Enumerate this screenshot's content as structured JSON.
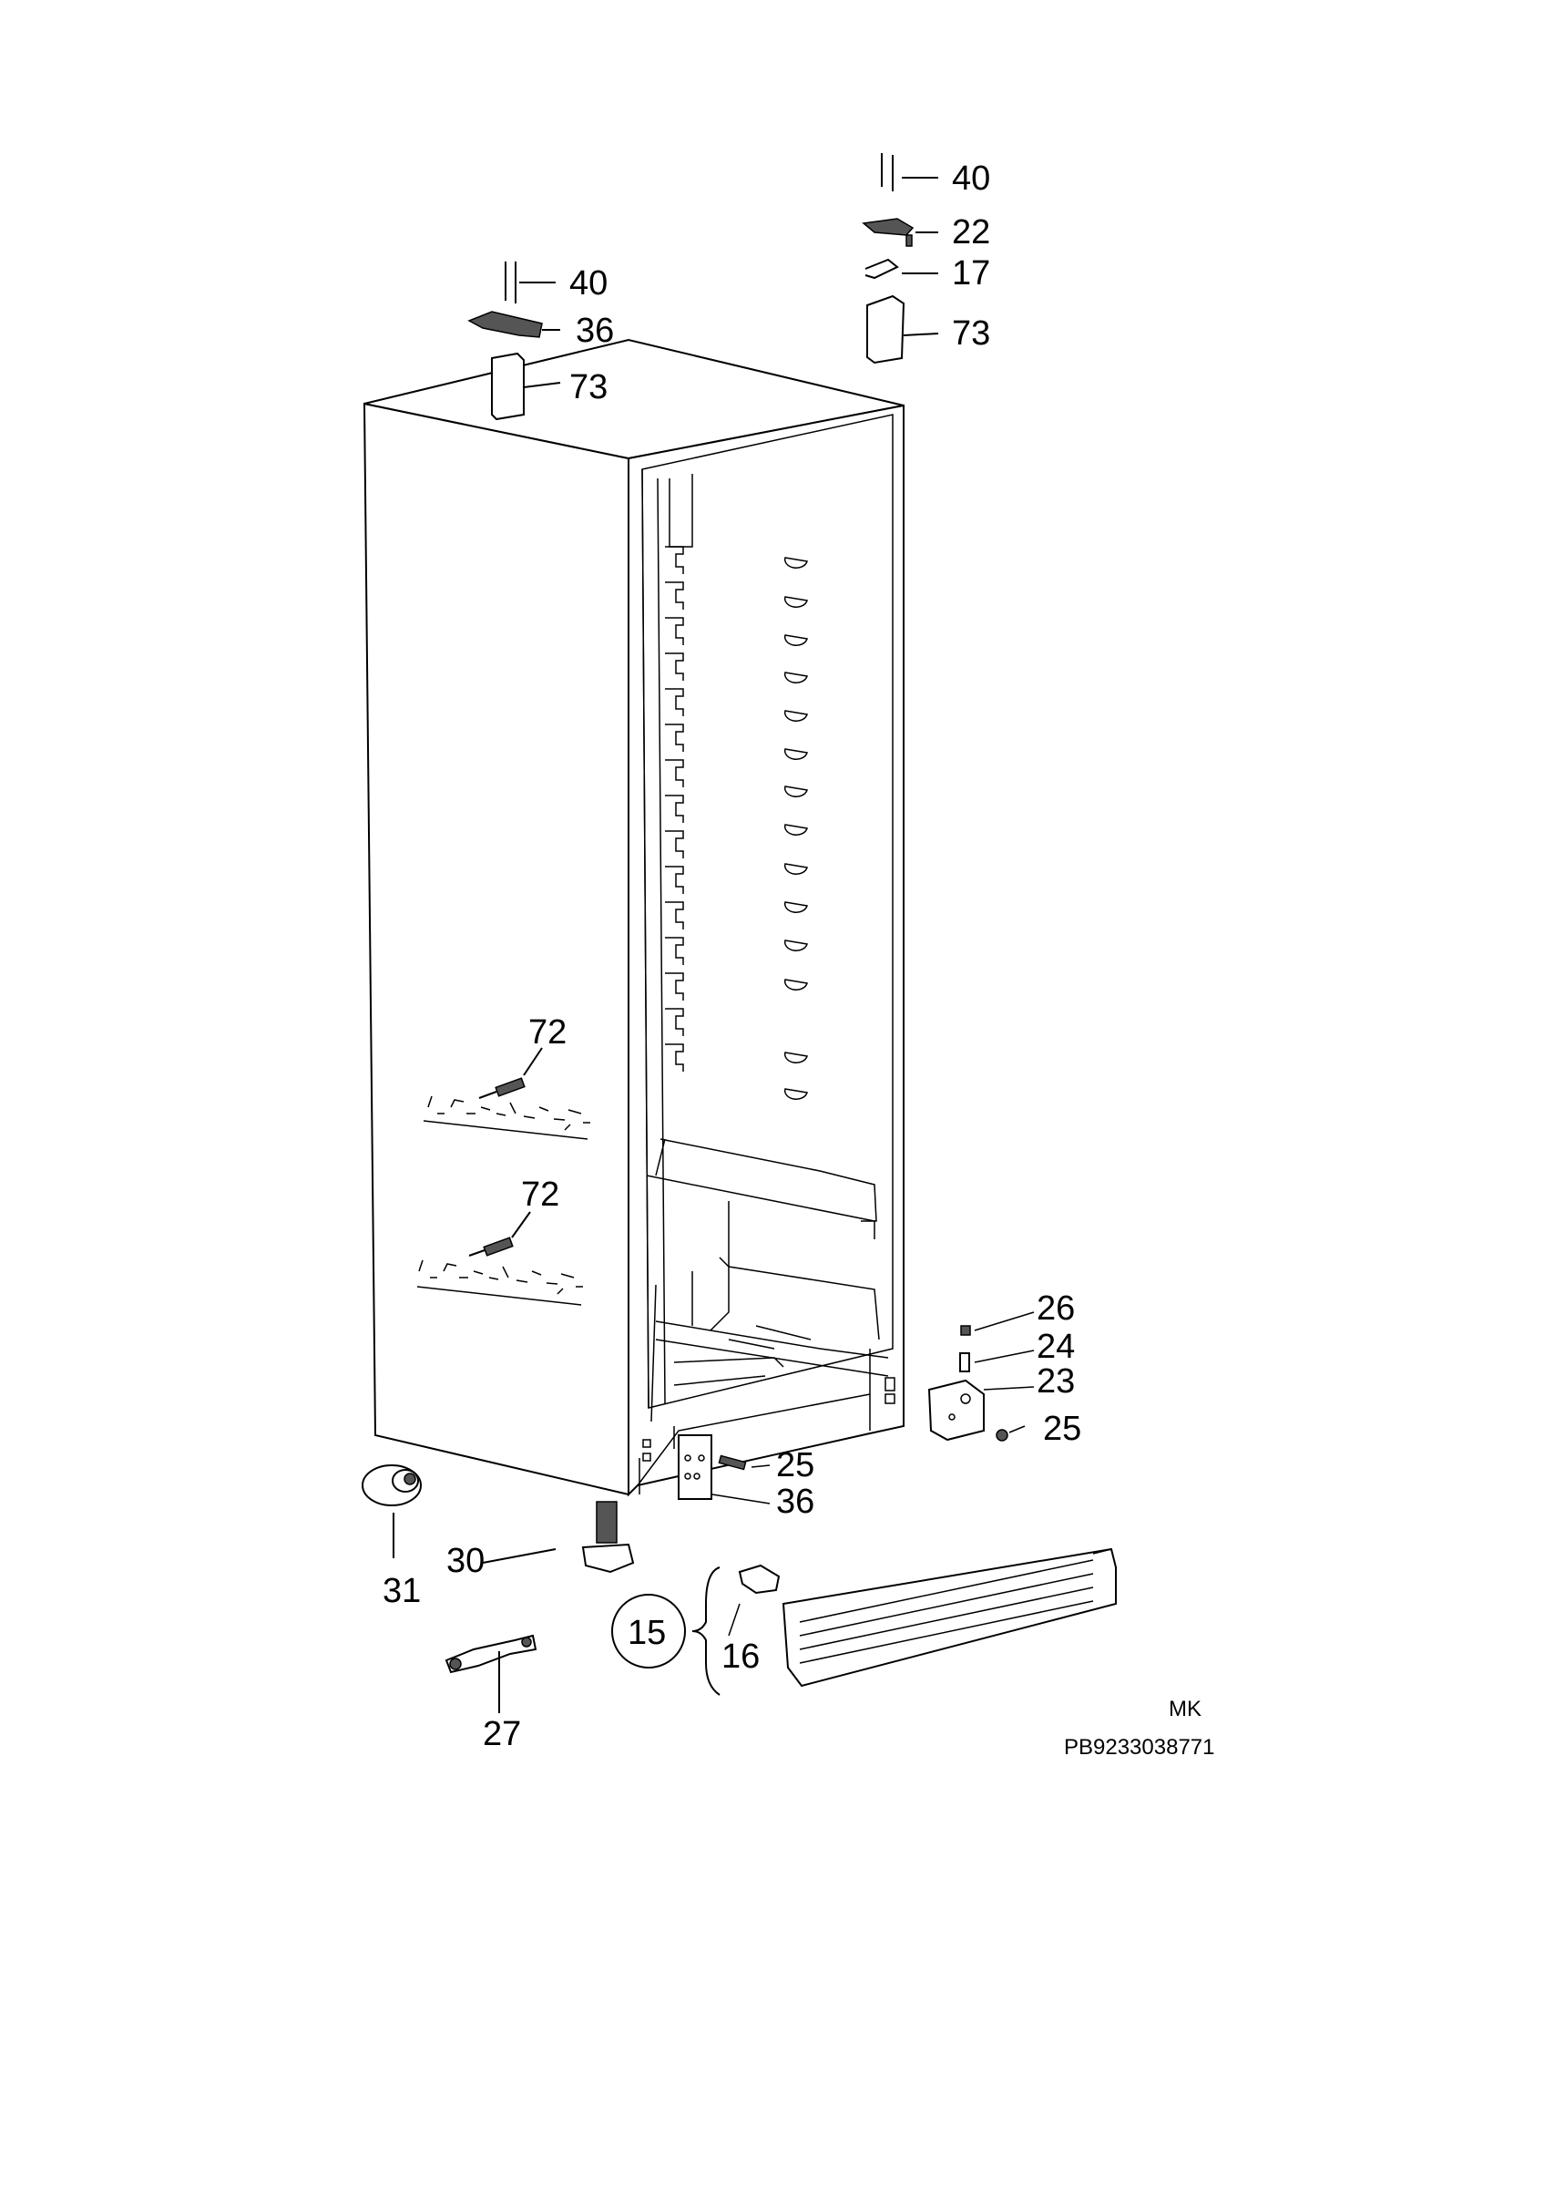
{
  "callouts": {
    "c40_right": "40",
    "c22": "22",
    "c17": "17",
    "c73_right": "73",
    "c40_left": "40",
    "c36_top": "36",
    "c73_left": "73",
    "c72_upper": "72",
    "c72_lower": "72",
    "c26": "26",
    "c24": "24",
    "c23": "23",
    "c25_right": "25",
    "c25_bottom": "25",
    "c36_bottom": "36",
    "c31": "31",
    "c30": "30",
    "c15": "15",
    "c16": "16",
    "c27": "27"
  },
  "footer": {
    "model_code": "MK",
    "drawing_number": "PB9233038771"
  }
}
